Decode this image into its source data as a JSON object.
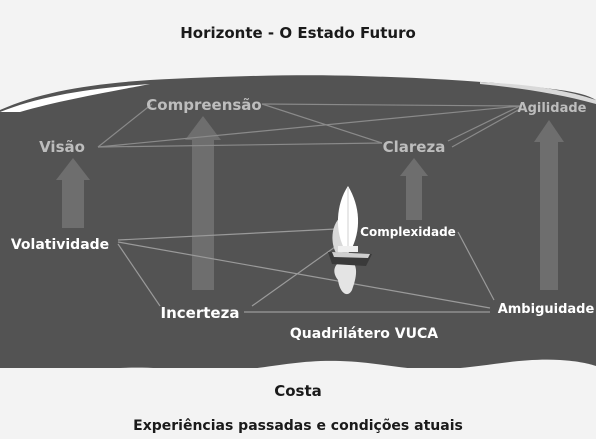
{
  "header": {
    "title": "Horizonte - O Estado Futuro"
  },
  "footer": {
    "coast_label": "Costa",
    "subtitle": "Experiências passadas e condições atuais"
  },
  "center_label": "Quadrilátero VUCA",
  "future_nodes": {
    "visao": "Visão",
    "compreensao": "Compreensão",
    "clareza": "Clareza",
    "agilidade": "Agilidade"
  },
  "vuca_nodes": {
    "volatilidade": "Volatividade",
    "incerteza": "Incerteza",
    "complexidade": "Complexidade",
    "ambiguidade": "Ambiguidade"
  },
  "colors": {
    "sea": "#535353",
    "sky": "#f3f3f3",
    "arrow": "#6e6e6e",
    "faded_label": "#bdbdbd",
    "bright_label": "#ffffff",
    "dark_text": "#1a1a1a"
  }
}
